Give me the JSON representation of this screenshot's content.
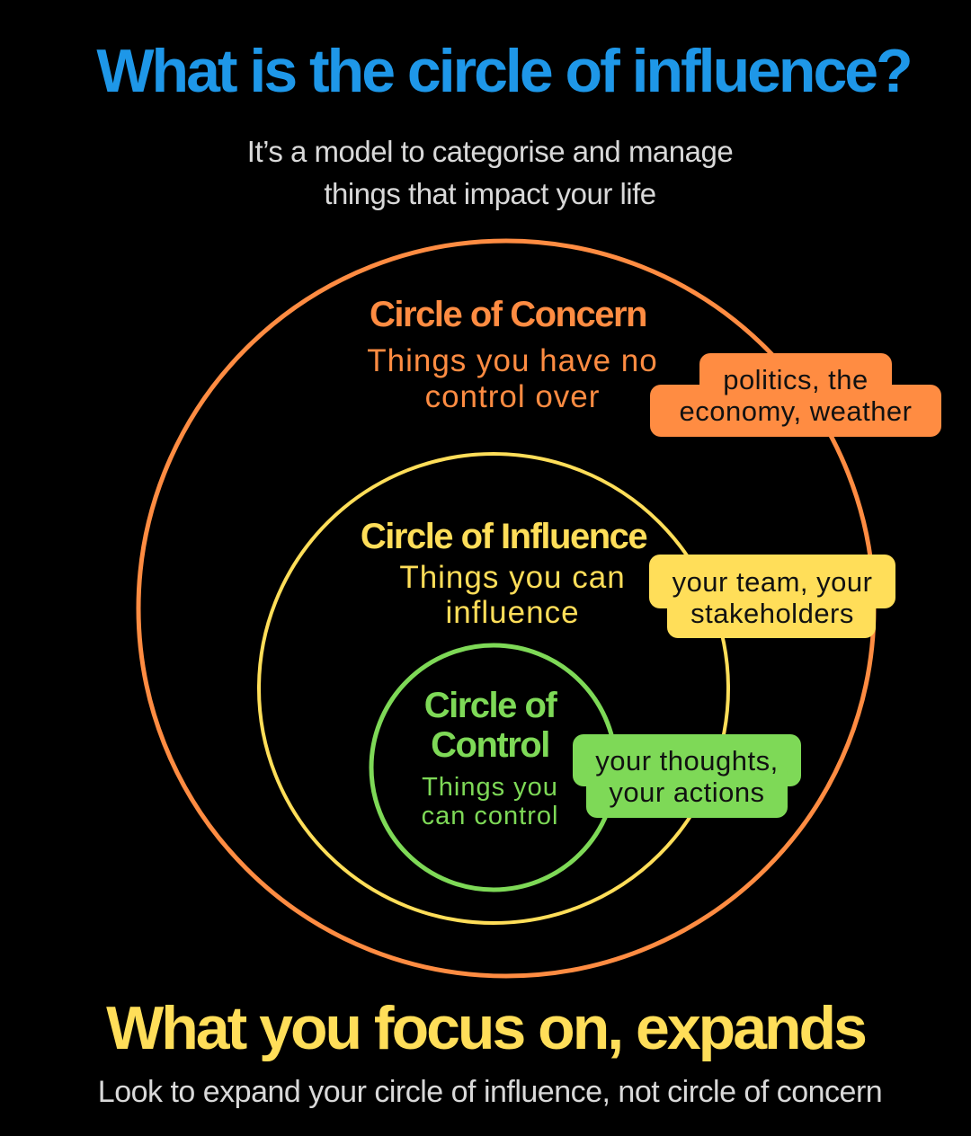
{
  "title": "What is the circle of influence?",
  "subtitle": [
    "It’s a model to categorise and manage",
    "things that impact your life"
  ],
  "colors": {
    "title": "#1e97e8",
    "concern": "#ff8c42",
    "influence": "#ffde59",
    "control": "#7ed957"
  },
  "concern": {
    "heading": "Circle of Concern",
    "desc": [
      "Things you have no",
      "control over"
    ],
    "examples": [
      "politics, the",
      "economy, weather"
    ]
  },
  "influence": {
    "heading": "Circle of Influence",
    "desc": [
      "Things you can",
      "influence"
    ],
    "examples": [
      "your team, your",
      "stakeholders"
    ]
  },
  "control": {
    "heading": [
      "Circle of",
      "Control"
    ],
    "desc": [
      "Things you",
      "can control"
    ],
    "examples": [
      "your thoughts,",
      "your actions"
    ]
  },
  "footer": {
    "headline": "What you focus on, expands",
    "note": "Look to expand your circle of influence, not circle of concern"
  }
}
